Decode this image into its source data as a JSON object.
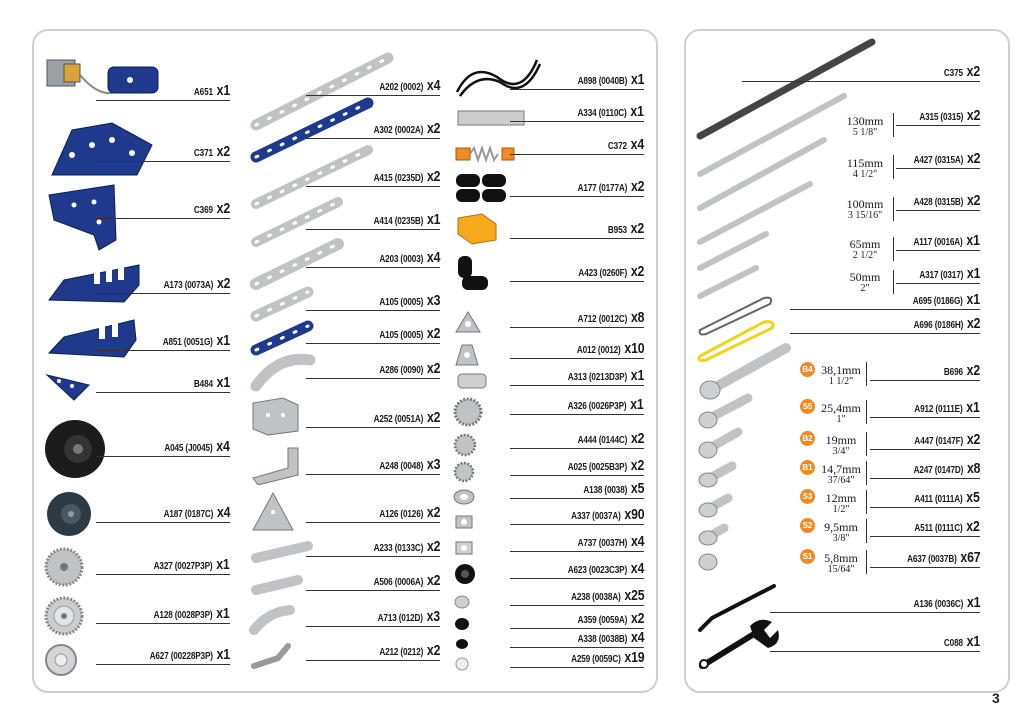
{
  "page_number": "3",
  "left_items": [
    {
      "code": "A651",
      "qty": "x1"
    },
    {
      "code": "C371",
      "qty": "x2"
    },
    {
      "code": "C369",
      "qty": "x2"
    },
    {
      "code": "A173 (0073A)",
      "qty": "x2"
    },
    {
      "code": "A851 (0051G)",
      "qty": "x1"
    },
    {
      "code": "B484",
      "qty": "x1"
    },
    {
      "code": "A045 (J0045)",
      "qty": "x4"
    },
    {
      "code": "A187 (0187C)",
      "qty": "x4"
    },
    {
      "code": "A327 (0027P3P)",
      "qty": "x1"
    },
    {
      "code": "A128 (0028P3P)",
      "qty": "x1"
    },
    {
      "code": "A627 (00228P3P)",
      "qty": "x1"
    },
    {
      "code": "A202 (0002)",
      "qty": "x4"
    },
    {
      "code": "A302 (0002A)",
      "qty": "x2"
    },
    {
      "code": "A415 (0235D)",
      "qty": "x2"
    },
    {
      "code": "A414 (0235B)",
      "qty": "x1"
    },
    {
      "code": "A203 (0003)",
      "qty": "x4"
    },
    {
      "code": "A105 (0005)",
      "qty": "x3"
    },
    {
      "code": "A105 (0005)",
      "qty": "x2"
    },
    {
      "code": "A286 (0090)",
      "qty": "x2"
    },
    {
      "code": "A252 (0051A)",
      "qty": "x2"
    },
    {
      "code": "A248 (0048)",
      "qty": "x3"
    },
    {
      "code": "A126 (0126)",
      "qty": "x2"
    },
    {
      "code": "A233 (0133C)",
      "qty": "x2"
    },
    {
      "code": "A506 (0006A)",
      "qty": "x2"
    },
    {
      "code": "A713 (012D)",
      "qty": "x3"
    },
    {
      "code": "A212 (0212)",
      "qty": "x2"
    },
    {
      "code": "A898 (0040B)",
      "qty": "x1"
    },
    {
      "code": "A334 (0110C)",
      "qty": "x1"
    },
    {
      "code": "C372",
      "qty": "x4"
    },
    {
      "code": "A177 (0177A)",
      "qty": "x2"
    },
    {
      "code": "B953",
      "qty": "x2"
    },
    {
      "code": "A423 (0260F)",
      "qty": "x2"
    },
    {
      "code": "A712 (0012C)",
      "qty": "x8"
    },
    {
      "code": "A012 (0012)",
      "qty": "x10"
    },
    {
      "code": "A313 (0213D3P)",
      "qty": "x1"
    },
    {
      "code": "A326 (0026P3P)",
      "qty": "x1"
    },
    {
      "code": "A444 (0144C)",
      "qty": "x2"
    },
    {
      "code": "A025 (0025B3P)",
      "qty": "x2"
    },
    {
      "code": "A138 (0038)",
      "qty": "x5"
    },
    {
      "code": "A337 (0037A)",
      "qty": "x90"
    },
    {
      "code": "A737 (0037H)",
      "qty": "x4"
    },
    {
      "code": "A623 (0023C3P)",
      "qty": "x4"
    },
    {
      "code": "A238 (0038A)",
      "qty": "x25"
    },
    {
      "code": "A359 (0059A)",
      "qty": "x2"
    },
    {
      "code": "A338 (0038B)",
      "qty": "x4"
    },
    {
      "code": "A259 (0059C)",
      "qty": "x19"
    }
  ],
  "right_items": [
    {
      "code": "C375",
      "qty": "x2"
    },
    {
      "code": "A315 (0315)",
      "qty": "x2",
      "dim": "130mm",
      "dim2": "5 1/8\""
    },
    {
      "code": "A427 (0315A)",
      "qty": "x2",
      "dim": "115mm",
      "dim2": "4 1/2\""
    },
    {
      "code": "A428 (0315B)",
      "qty": "x2",
      "dim": "100mm",
      "dim2": "3 15/16\""
    },
    {
      "code": "A117 (0016A)",
      "qty": "x1",
      "dim": "65mm",
      "dim2": "2 1/2\""
    },
    {
      "code": "A317 (0317)",
      "qty": "x1",
      "dim": "50mm",
      "dim2": "2\""
    },
    {
      "code": "A695 (0186G)",
      "qty": "x1"
    },
    {
      "code": "A696 (0186H)",
      "qty": "x2"
    },
    {
      "code": "B696",
      "qty": "x2",
      "badge": "B4",
      "dim": "38,1mm",
      "dim2": "1 1/2\""
    },
    {
      "code": "A912 (0111E)",
      "qty": "x1",
      "badge": "S5",
      "dim": "25,4mm",
      "dim2": "1\""
    },
    {
      "code": "A447 (0147F)",
      "qty": "x2",
      "badge": "B2",
      "dim": "19mm",
      "dim2": "3/4\""
    },
    {
      "code": "A247 (0147D)",
      "qty": "x8",
      "badge": "B1",
      "dim": "14,7mm",
      "dim2": "37/64\""
    },
    {
      "code": "A411 (0111A)",
      "qty": "x5",
      "badge": "S3",
      "dim": "12mm",
      "dim2": "1/2\""
    },
    {
      "code": "A511 (0111C)",
      "qty": "x2",
      "badge": "S2",
      "dim": "9,5mm",
      "dim2": "3/8\""
    },
    {
      "code": "A637 (0037B)",
      "qty": "x67",
      "badge": "S1",
      "dim": "5,8mm",
      "dim2": "15/64\""
    },
    {
      "code": "A136 (0036C)",
      "qty": "x1"
    },
    {
      "code": "C088",
      "qty": "x1"
    }
  ],
  "colors": {
    "blue": "#1f3a8c",
    "silver": "#bfc3c6",
    "orange": "#f08a24",
    "black": "#111111",
    "yellow": "#f3d21a"
  },
  "icons": [
    "motor-icon",
    "plate-icon",
    "strip-icon",
    "wheel-icon",
    "gear-icon",
    "nut-icon",
    "bolt-icon",
    "rod-icon",
    "spanner-icon",
    "allen-key-icon",
    "spring-icon",
    "cable-icon"
  ]
}
